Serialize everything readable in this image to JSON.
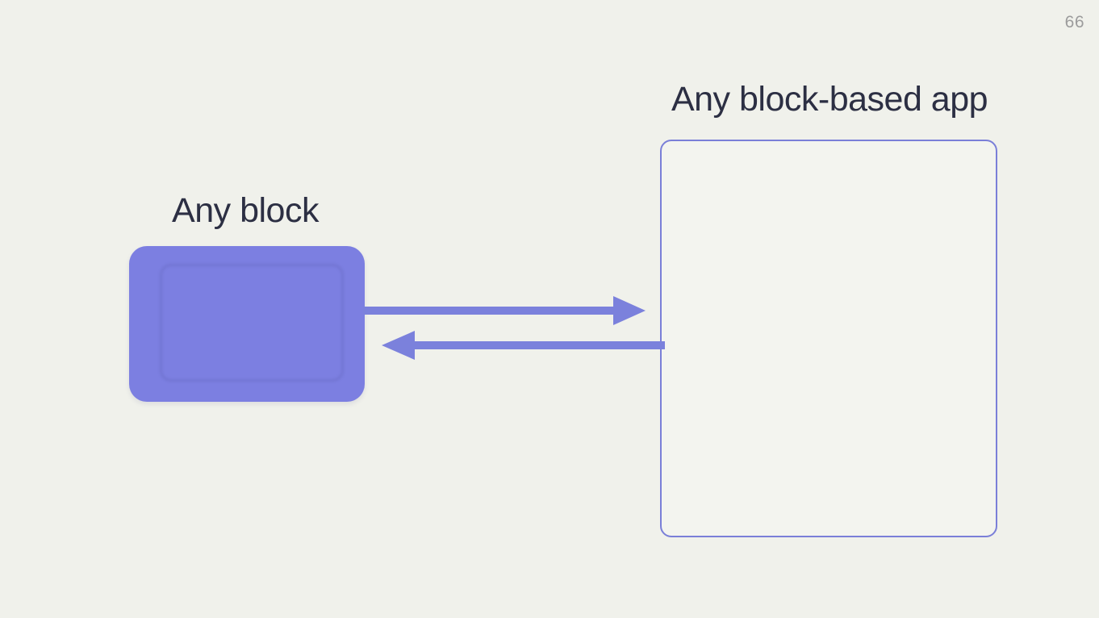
{
  "slide": {
    "page_number": "66",
    "app_title": "Any block-based app",
    "block_label": "Any block"
  },
  "icons": {
    "arrow_right": "right-arrow",
    "arrow_left": "left-arrow"
  },
  "colors": {
    "background": "#f0f1eb",
    "block_fill": "#7c7fe1",
    "app_border": "#7a7fd8",
    "arrow": "#7b81dc",
    "text": "#2c2f43",
    "page_number_gray": "#9c9c9c"
  }
}
